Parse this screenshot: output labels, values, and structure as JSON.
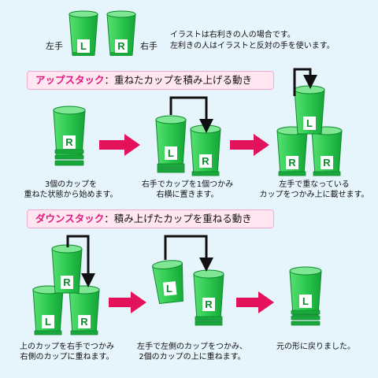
{
  "legend": {
    "left_hand": "左手",
    "right_hand": "右手",
    "cup_left_letter": "L",
    "cup_right_letter": "R",
    "note_line1": "イラストは右利きの人の場合です。",
    "note_line2": "左利きの人はイラストと反対の手を使います。"
  },
  "upstack": {
    "title": "アップスタック",
    "desc": "：重ねたカップを積み上げる動き",
    "step1_line1": "3個のカップを",
    "step1_line2": "重ねた状態から始めます。",
    "step2_line1": "右手でカップを1個つかみ",
    "step2_line2": "右横に置きます。",
    "step3_line1": "左手で重なっている",
    "step3_line2": "カップをつかみ上に載せます。"
  },
  "downstack": {
    "title": "ダウンスタック",
    "desc": "：積み上げたカップを重ねる動き",
    "step1_line1": "上のカップを右手でつかみ",
    "step1_line2": "右側のカップに重ねます。",
    "step2_line1": "左手で左側のカップをつかみ、",
    "step2_line2": "2個のカップの上に重ねます。",
    "step3_line1": "元の形に戻りました。"
  },
  "colors": {
    "cup_green": "#22c24a",
    "cup_dark": "#0e8a2e",
    "arrow_red": "#e3125a",
    "banner_pink": "#e2177d",
    "background": "#e6f4fb"
  }
}
